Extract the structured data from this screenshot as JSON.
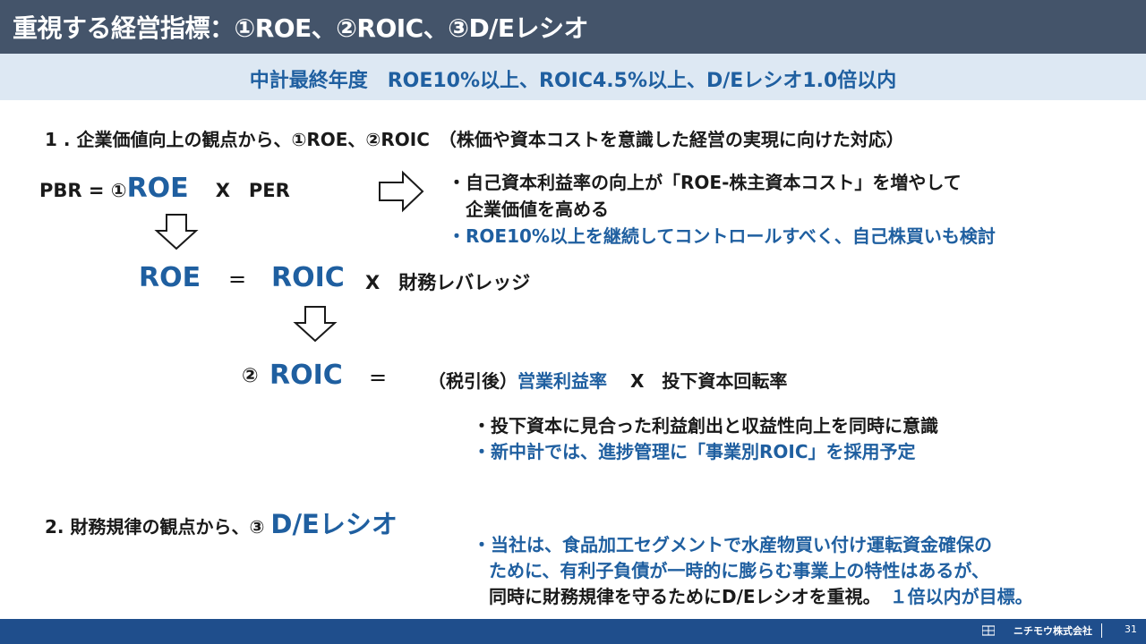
{
  "header": {
    "title": "重視する経営指標：①ROE、②ROIC、③D/Eレシオ"
  },
  "target": {
    "text": "中計最終年度　ROE10%以上、ROIC4.5%以上、D/Eレシオ1.0倍以内"
  },
  "section1": {
    "heading": "1 . 企業価値向上の観点から、①ROE、②ROIC　（株価や資本コストを意識した経営の実現に向けた対応）",
    "pbr_prefix": "PBR = ①",
    "pbr_roe": "ROE",
    "pbr_rest": "X　PER",
    "bullet1_line1": "・自己資本利益率の向上が「ROE-株主資本コスト」を増やして",
    "bullet1_line2": "企業価値を高める",
    "bullet2": "・ROE10%以上を継続してコントロールすべく、自己株買いも検討",
    "roe_label": "ROE",
    "equals": "=",
    "roic_label": "ROIC",
    "roe_rest": "X　財務レバレッジ",
    "roic_prefix": "②",
    "roic_big": "ROIC",
    "roic_equals": "=",
    "roic_tax": "（税引後）",
    "roic_margin": "営業利益率",
    "roic_rest": "X　投下資本回転率",
    "bullet3": "・投下資本に見合った利益創出と収益性向上を同時に意識",
    "bullet4": "・新中計では、進捗管理に「事業別ROIC」を採用予定"
  },
  "section2": {
    "heading": "2. 財務規律の観点から、③ ",
    "heading_de": "D/Eレシオ",
    "bullet_line1": "・当社は、食品加工セグメントで水産物買い付け運転資金確保の",
    "bullet_line2": "ために、有利子負債が一時的に膨らむ事業上の特性はあるが、",
    "bullet_line3_a": "同時に財務規律を守るためにD/Eレシオを重視。",
    "bullet_line3_b": "１倍以内が目標。"
  },
  "footer": {
    "company": "ニチモウ株式会社",
    "page": "31"
  },
  "colors": {
    "title_bar": "#44546a",
    "target_bar": "#dde8f3",
    "accent_blue": "#1f5fa0",
    "footer_bar": "#1f4e8c"
  }
}
